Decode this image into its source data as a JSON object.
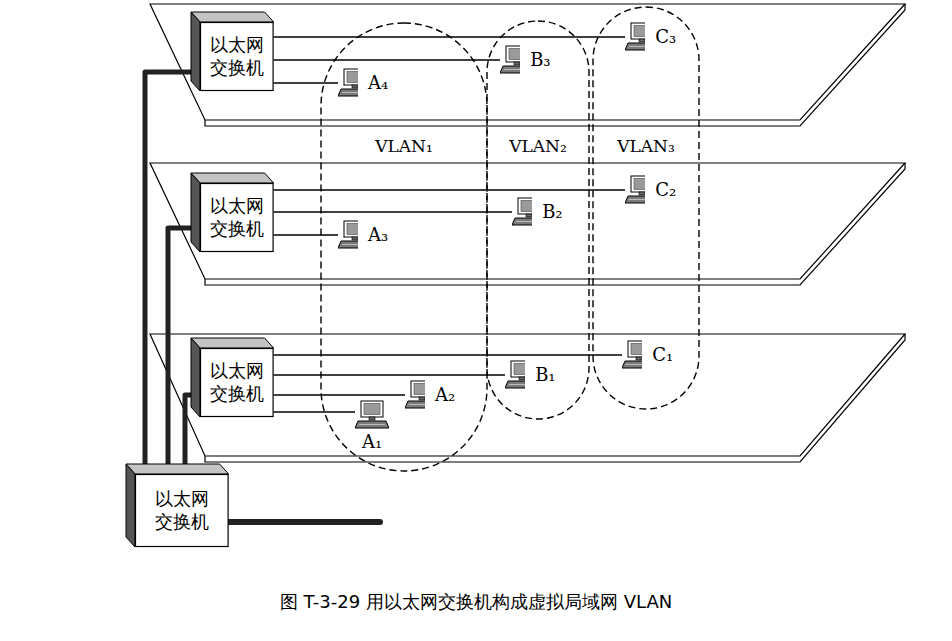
{
  "diagram": {
    "caption": "图 T-3-29 用以太网交换机构成虚拟局域网 VLAN",
    "nodes": [
      {
        "text": [
          "以太网 交换机"
        ]
      },
      {
        "text": [
          "VLAN₁"
        ]
      },
      {
        "text": [
          "VLAN₂"
        ]
      },
      {
        "text": [
          "VLAN₃"
        ]
      },
      {
        "text": [
          "A₄"
        ],
        "in": 1
      },
      {
        "text": [
          "B₃"
        ],
        "in": 2
      },
      {
        "text": [
          "C₃"
        ],
        "in": 3
      },
      {
        "text": [
          "以太网 交换机"
        ]
      },
      {
        "text": [
          "A₃"
        ],
        "in": 1
      },
      {
        "text": [
          "B₂"
        ],
        "in": 2
      },
      {
        "text": [
          "C₂"
        ],
        "in": 3
      },
      {
        "text": [
          "以太网 交换机"
        ]
      },
      {
        "text": [
          "A₂"
        ],
        "in": 1
      },
      {
        "text": [
          "A₁"
        ],
        "in": 1
      },
      {
        "text": [
          "B₁"
        ],
        "in": 2
      },
      {
        "text": [
          "C₁"
        ],
        "in": 3
      },
      {
        "text": [
          "以太网 交换机"
        ]
      }
    ],
    "edges": [
      {
        "from": 0,
        "to": 6,
        "arrow": "none"
      },
      {
        "from": 0,
        "to": 5,
        "arrow": "none"
      },
      {
        "from": 0,
        "to": 4,
        "arrow": "none"
      },
      {
        "from": 7,
        "to": 10,
        "arrow": "none"
      },
      {
        "from": 7,
        "to": 9,
        "arrow": "none"
      },
      {
        "from": 7,
        "to": 8,
        "arrow": "none"
      },
      {
        "from": 11,
        "to": 15,
        "arrow": "none"
      },
      {
        "from": 11,
        "to": 14,
        "arrow": "none"
      },
      {
        "from": 11,
        "to": 12,
        "arrow": "none"
      },
      {
        "from": 11,
        "to": 13,
        "arrow": "none"
      },
      {
        "from": 16,
        "to": 0,
        "arrow": "none"
      },
      {
        "from": 16,
        "to": 7,
        "arrow": "none"
      },
      {
        "from": 16,
        "to": 11,
        "arrow": "none"
      }
    ]
  }
}
